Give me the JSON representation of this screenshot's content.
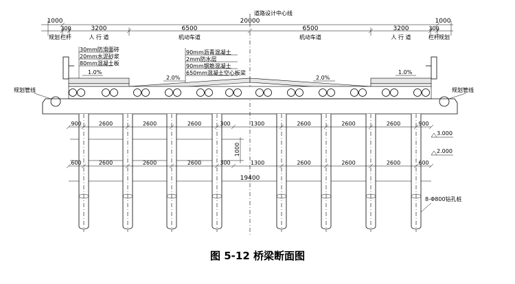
{
  "caption": "图 5-12 桥梁断面图",
  "centerline_label": "道路设计中心线",
  "top_dims": {
    "total": "20000",
    "left_outer": "1000",
    "right_outer": "1000",
    "left_rail": "300",
    "right_rail": "300",
    "left_sidewalk": "3200",
    "right_sidewalk": "3200",
    "left_lane": "6500",
    "right_lane": "6500"
  },
  "zone_labels": {
    "left_planned": "规划",
    "right_planned": "规划",
    "left_rail": "栏杆",
    "right_rail": "栏杆",
    "left_sidewalk": "人 行 道",
    "right_sidewalk": "人 行 道",
    "left_lane": "机动车道",
    "right_lane": "机动车道"
  },
  "layers_sidewalk": [
    "30mm防滑面砖",
    "20mm水泥砂浆",
    "80mm混凝土板"
  ],
  "layers_roadway": [
    "90mm沥青混凝土",
    "2mm防水层",
    "90mm钢筋混凝土",
    "650mm混凝土空心板梁"
  ],
  "slopes": {
    "left_sidewalk": "1.0%",
    "left_lane": "2.0%",
    "right_lane": "2.0%",
    "right_sidewalk": "1.0%"
  },
  "pipe_labels": {
    "left": "规划管线",
    "right": "规划管线"
  },
  "pile_row1": [
    "900",
    "2600",
    "2600",
    "2600",
    "300",
    "1300",
    "2600",
    "2600",
    "2600",
    "900"
  ],
  "pile_row2": [
    "600",
    "2600",
    "2600",
    "2600",
    "300",
    "1300",
    "2600",
    "2600",
    "2600",
    "600"
  ],
  "vertical_dim": "1000",
  "pile_total": "19400",
  "elevations": [
    "3.000",
    "2.000"
  ],
  "pile_note": "8-Φ800钻孔桩"
}
